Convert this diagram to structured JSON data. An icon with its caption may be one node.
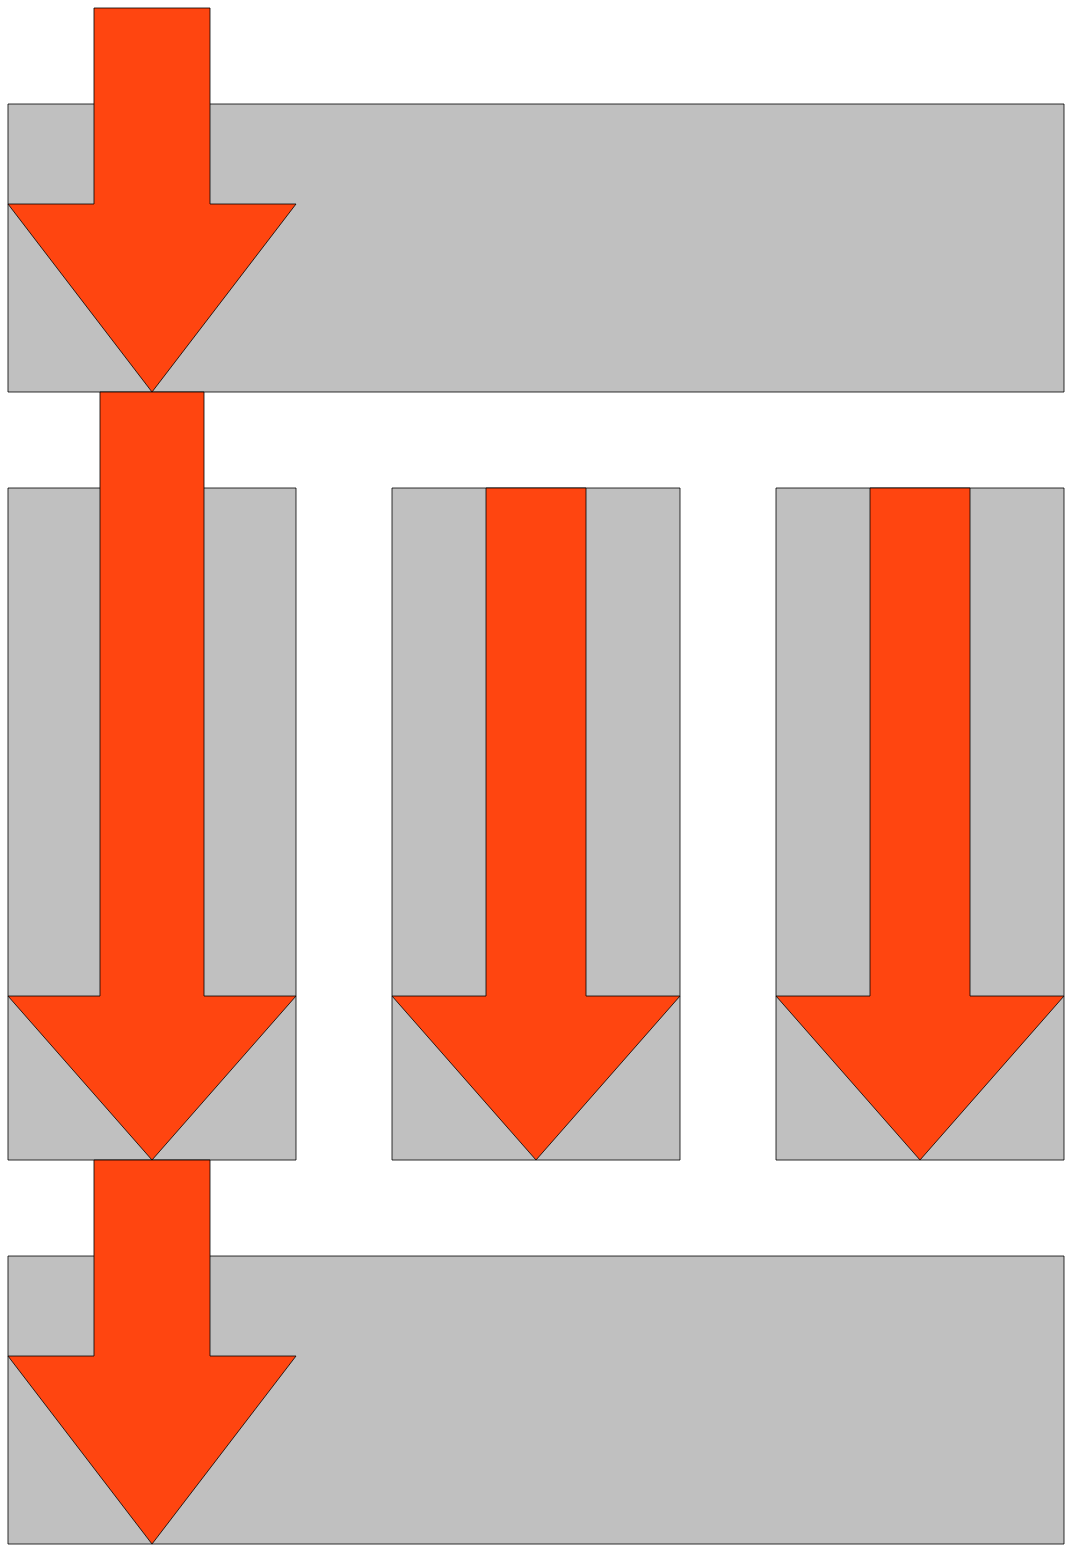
{
  "diagram": {
    "nodes": [
      {
        "text": [],
        "shape": "box"
      },
      {
        "text": [],
        "shape": "box"
      },
      {
        "text": [],
        "shape": "box"
      },
      {
        "text": [],
        "shape": "box"
      },
      {
        "text": [],
        "shape": "box"
      }
    ],
    "edges": [
      {
        "from": null,
        "to": 0,
        "arrow": "to"
      },
      {
        "from": 0,
        "to": 1,
        "arrow": "to"
      },
      {
        "from": null,
        "to": 2,
        "arrow": "to"
      },
      {
        "from": null,
        "to": 3,
        "arrow": "to"
      },
      {
        "from": 1,
        "to": 4,
        "arrow": "to"
      }
    ]
  }
}
